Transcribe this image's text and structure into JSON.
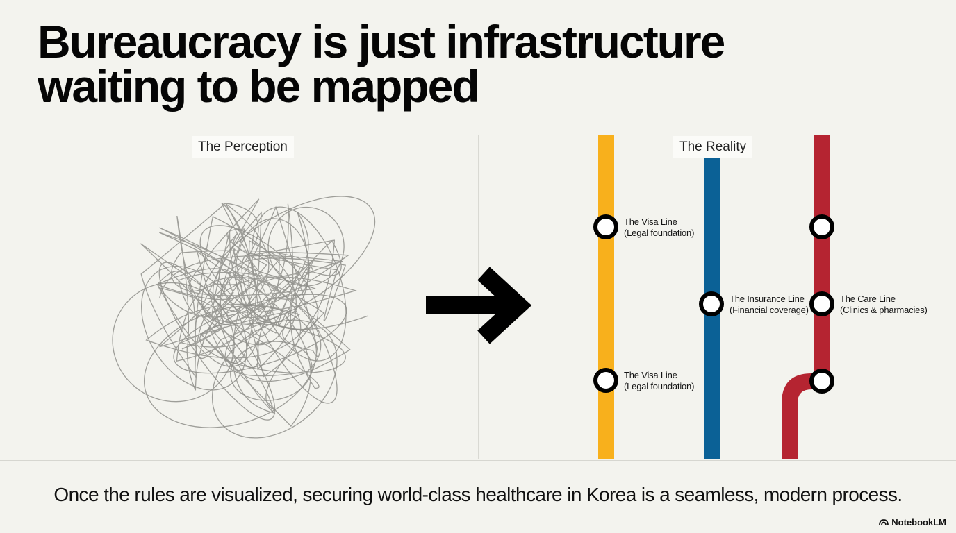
{
  "headline": {
    "line1": "Bureaucracy is just infrastructure",
    "line2": "waiting to be mapped"
  },
  "perception": {
    "label": "The Perception",
    "icon": "scribble-icon"
  },
  "arrow": {
    "icon": "arrow-right-icon",
    "color": "#000000"
  },
  "reality": {
    "label": "The Reality",
    "lines": [
      {
        "name": "visa",
        "color": "#f8b01c"
      },
      {
        "name": "insurance",
        "color": "#0b6196"
      },
      {
        "name": "care",
        "color": "#b52431"
      }
    ],
    "stations": [
      {
        "line": "visa",
        "name": "The Visa Line",
        "detail": "(Legal foundation)"
      },
      {
        "line": "visa",
        "name": "The Visa Line",
        "detail": "(Legal foundation)"
      },
      {
        "line": "insurance",
        "name": "The Insurance Line",
        "detail": "(Financial coverage)"
      },
      {
        "line": "care",
        "name": "The Care Line",
        "detail": "(Clinics & pharmacies)"
      }
    ]
  },
  "footer": {
    "text": "Once the rules are visualized, securing world-class healthcare in Korea is a seamless, modern process."
  },
  "brand": {
    "name": "NotebookLM",
    "icon": "notebooklm-logo-icon"
  }
}
